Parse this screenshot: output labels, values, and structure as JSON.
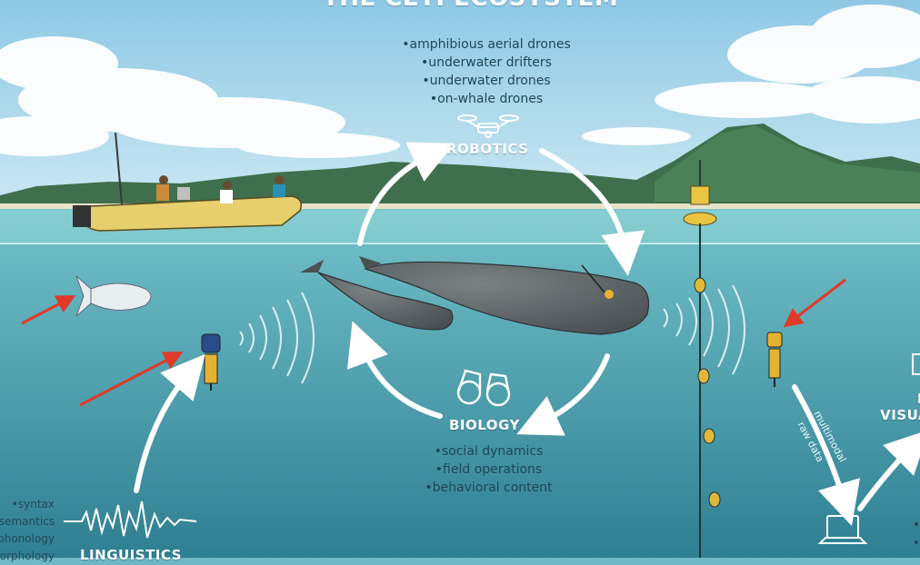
{
  "header": {
    "partial_title": "THE CETI ECOSYSTEM"
  },
  "robotics": {
    "title": "ROBOTICS",
    "items": [
      "amphibious aerial drones",
      "underwater drifters",
      "underwater drones",
      "on-whale drones"
    ]
  },
  "biology": {
    "title": "BIOLOGY",
    "items": [
      "social dynamics",
      "field operations",
      "behavioral content"
    ]
  },
  "linguistics": {
    "title": "LINGUISTICS",
    "items": [
      "syntax",
      "semantics",
      "phonology",
      "morphology"
    ]
  },
  "visualization": {
    "title": "D\nVISUA"
  },
  "arrow_text": {
    "line1": "multimodal",
    "line2": "raw data"
  },
  "right_list": {
    "items": [
      "",
      ""
    ]
  },
  "colors": {
    "sky": "#9fd3ea",
    "sea_surface": "#8fd2d6",
    "sea_deep": "#3c8fa0",
    "annotation_red": "#e03a2a",
    "whale": "#5f6669",
    "boat": "#e6cf6c"
  },
  "icons": [
    "drone-icon",
    "binoculars-icon",
    "waveform-icon",
    "laptop-icon",
    "monitor-icon"
  ]
}
